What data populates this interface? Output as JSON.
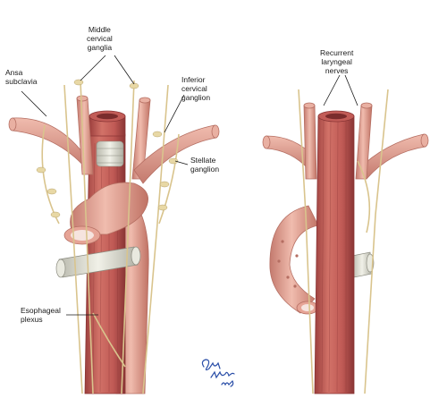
{
  "labels": {
    "middle_cervical_ganglia": [
      "Middle",
      "cervical",
      "ganglia"
    ],
    "ansa_subclavia": [
      "Ansa",
      "subclavia"
    ],
    "inferior_cervical_ganglion": [
      "Inferior",
      "cervical",
      "ganglion"
    ],
    "stellate_ganglion": [
      "Stellate",
      "ganglion"
    ],
    "esophageal_plexus": [
      "Esophageal",
      "plexus"
    ],
    "recurrent_laryngeal_nerves": [
      "Recurrent",
      "laryngeal",
      "nerves"
    ]
  },
  "signature": "Gary Wind MD",
  "colors": {
    "muscle": "#c9625c",
    "muscle_dark": "#9c3f3d",
    "vessel": "#e4a597",
    "vessel_dark": "#c47a6e",
    "nerve": "#d9c48d",
    "trachea": "#ddddd0",
    "signature": "#2b4fa8"
  }
}
